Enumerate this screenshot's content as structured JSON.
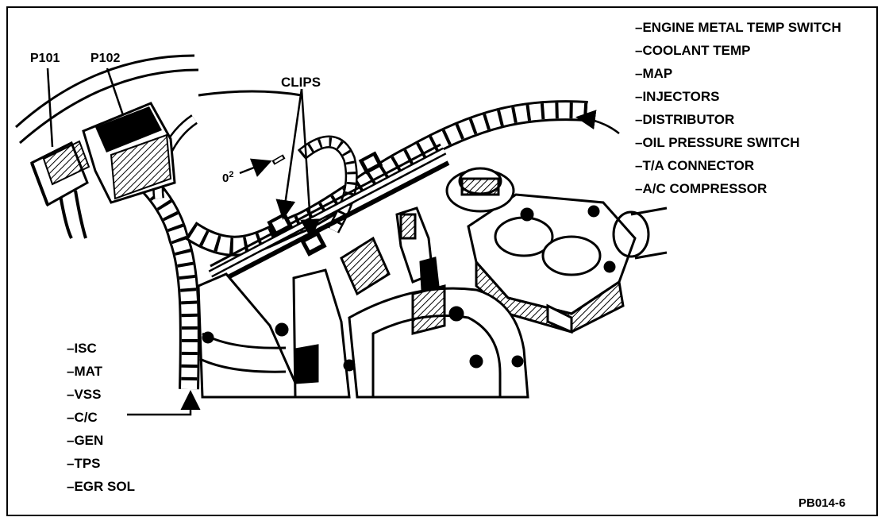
{
  "labels": {
    "p101": "P101",
    "p102": "P102",
    "clips": "CLIPS",
    "o2_base": "0",
    "o2_sup": "2",
    "figure_id": "PB014-6"
  },
  "right_list": [
    "–ENGINE METAL TEMP SWITCH",
    "–COOLANT TEMP",
    "–MAP",
    "–INJECTORS",
    "–DISTRIBUTOR",
    "–OIL PRESSURE SWITCH",
    "–T/A CONNECTOR",
    "–A/C COMPRESSOR"
  ],
  "left_list": [
    "–ISC",
    "–MAT",
    "–VSS",
    "–C/C",
    "–GEN",
    "–TPS",
    "–EGR SOL"
  ]
}
